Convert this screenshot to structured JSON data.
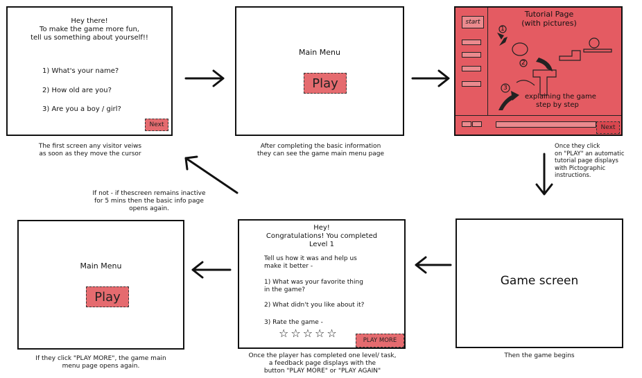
{
  "screen1": {
    "greeting": "Hey there!",
    "intro_line1": "To make the game more fun,",
    "intro_line2": "tell us something about yourself!!",
    "q1": "1) What's your name?",
    "q2": "2) How old are you?",
    "q3": "3) Are you a boy / girl?",
    "next_label": "Next",
    "caption_line1": "The first screen any visitor veiws",
    "caption_line2": "as soon as they move the cursor"
  },
  "screen2": {
    "title": "Main Menu",
    "play_label": "Play",
    "caption_line1": "After completing the basic information",
    "caption_line2": "they can see the game main menu page"
  },
  "screen3": {
    "title_line1": "Tutorial Page",
    "title_line2": "(with pictures)",
    "start_label": "start",
    "explain_line1": "explaining the game",
    "explain_line2": "step by step",
    "next_label": "Next",
    "step1": "1",
    "step2": "2",
    "step3": "3",
    "caption_line1": "Once they click",
    "caption_line2": "on \"PLAY\" an automatic",
    "caption_line3": "tutorial page displays",
    "caption_line4": "with Pictographic",
    "caption_line5": "instructions."
  },
  "screen4": {
    "title": "Game screen",
    "caption": "Then the game begins"
  },
  "screen5": {
    "line1": "Hey!",
    "line2": "Congratulations! You completed",
    "line3": "Level 1",
    "prompt_line1": "Tell us how it was and help us",
    "prompt_line2": "make it better -",
    "q1_line1": "1) What was your favorite thing",
    "q1_line2": "in the game?",
    "q2": "2) What didn't you like about it?",
    "q3": "3) Rate the game -",
    "stars": [
      "☆",
      "☆",
      "☆",
      "☆",
      "☆"
    ],
    "play_more_label": "PLAY MORE",
    "caption_line1": "Once the player has completed one level/ task,",
    "caption_line2": "a feedback page displays with the",
    "caption_line3": "button \"PLAY MORE\" or \"PLAY AGAIN\""
  },
  "screen6": {
    "title": "Main Menu",
    "play_label": "Play",
    "caption_line1": "If they click \"PLAY MORE\", the game main",
    "caption_line2": "menu page opens again."
  },
  "inactive_note": {
    "line1": "If not - if thescreen remains inactive",
    "line2": "for 5 mins then the basic info page",
    "line3": "opens again."
  },
  "colors": {
    "button_fill": "#e56b6f",
    "tutorial_fill": "#e45b62",
    "outline": "#111111"
  }
}
